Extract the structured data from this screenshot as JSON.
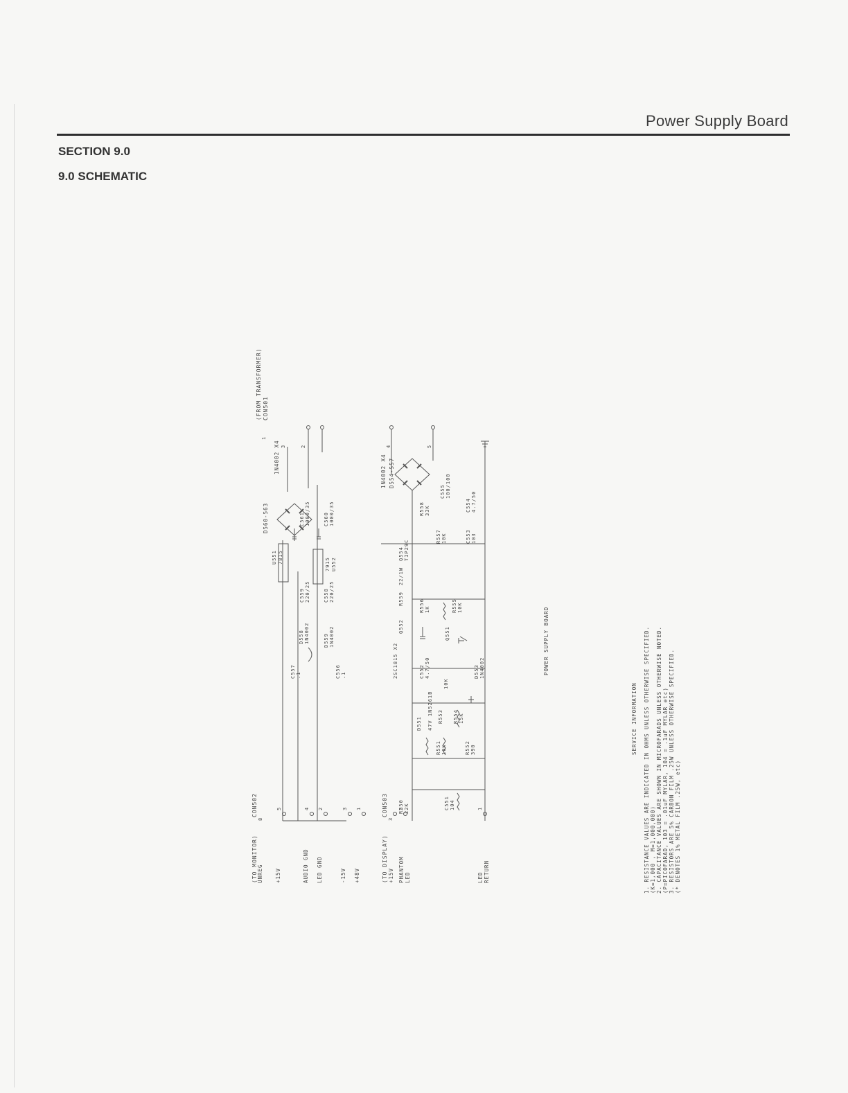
{
  "header": {
    "title": "Power Supply Board",
    "section": "SECTION 9.0",
    "subsection": "9.0  SCHEMATIC"
  },
  "schematic": {
    "from_transformer": "(FROM TRANSFORMER)",
    "con501": "CON501",
    "to_monitor": "(TO MONITOR)",
    "con502": "CON502",
    "to_display": "(TO DISPLAY)",
    "con503": "CON503",
    "supply_labels": [
      "UNREG",
      "+15V",
      "AUDIO GND",
      "LED GND",
      "-15V",
      "+48V",
      "+15V",
      "PHANTOM",
      "LED",
      "LED",
      "RETURN"
    ],
    "pin_numbers": [
      "1",
      "3",
      "2",
      "4",
      "5",
      "8",
      "5",
      "4",
      "2",
      "3",
      "1",
      "3",
      "2",
      "1"
    ],
    "bridge_top_diodes": "D560-563",
    "bridge_top_part": "1N4002 X4",
    "bridge_bottom_part": "1N4002 X4",
    "bridge_bottom_diodes": "D554-557",
    "regulators": [
      {
        "ref": "U551",
        "part": "7815"
      },
      {
        "ref": "U552",
        "part": "7915"
      }
    ],
    "components": [
      {
        "ref": "C561",
        "value": "1000/35"
      },
      {
        "ref": "C560",
        "value": "1000/35"
      },
      {
        "ref": "C559",
        "value": "220/25"
      },
      {
        "ref": "C558",
        "value": "220/25"
      },
      {
        "ref": "C557",
        "value": ".1"
      },
      {
        "ref": "C556",
        "value": ".1"
      },
      {
        "ref": "D558",
        "value": "1N4002"
      },
      {
        "ref": "D559",
        "value": "1N4002"
      },
      {
        "ref": "Q554",
        "value": "TIP29C"
      },
      {
        "ref": "R559",
        "value": "22/1W"
      },
      {
        "ref": "Q552",
        "value": "2SC1815 X2"
      },
      {
        "ref": "R556",
        "value": "1K"
      },
      {
        "ref": "R555",
        "value": "10K"
      },
      {
        "ref": "Q551",
        "value": ""
      },
      {
        "ref": "R557",
        "value": "10K"
      },
      {
        "ref": "C553",
        "value": "103"
      },
      {
        "ref": "R558",
        "value": "33K"
      },
      {
        "ref": "C555",
        "value": "100/100"
      },
      {
        "ref": "C554",
        "value": "4.7/50"
      },
      {
        "ref": "C552",
        "value": "4.7/50"
      },
      {
        "ref": "D553",
        "value": "1N4002"
      },
      {
        "ref": "D551",
        "value": "47V 1N5261B"
      },
      {
        "ref": "R553",
        "value": "10K"
      },
      {
        "ref": "R554",
        "value": "15K"
      },
      {
        "ref": "R551",
        "value": "10K"
      },
      {
        "ref": "R552",
        "value": "390"
      },
      {
        "ref": "R550",
        "value": "22K"
      },
      {
        "ref": "C551",
        "value": "104"
      }
    ],
    "board_caption": "POWER SUPPLY BOARD"
  },
  "service_info": {
    "heading": "SERVICE INFORMATION",
    "lines": [
      "1. RESISTANCE VALUES ARE INDICATED IN OHMS UNLESS OTHERWISE SPECIFIED.",
      "   (K=1,000 , M=1,000,000)",
      "2. CAPACITANCE VALUES ARE SHOWN IN MICROFARADS UNLESS OTHERWISE NOTED.",
      "   (P=PICOFARAD, 103 = .01uF MYLAR, 104 = .1uF MYLAR etc)",
      "3. RESISTORS ARE 5% CARBON FILM .25W UNLESS OTHERWISE SPECIFIED.",
      "   (* DENOTES 1% METAL FILM .25W, etc)"
    ]
  }
}
